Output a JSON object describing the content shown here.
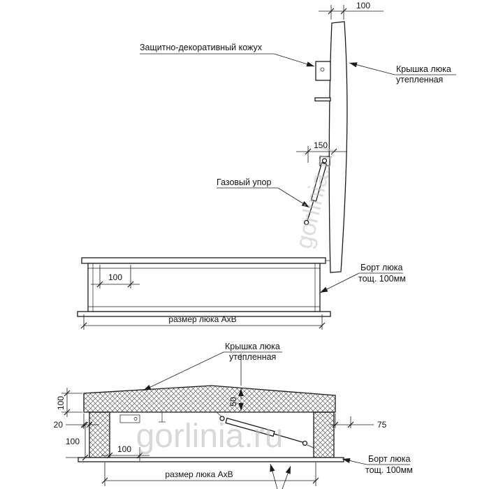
{
  "watermark": {
    "text": "gorlinia.ru"
  },
  "top_view": {
    "labels": {
      "casing": "Защитно-декоративный кожух",
      "cover_line1": "Крышка люка",
      "cover_line2": "утепленная",
      "gas_strut": "Газовый упор",
      "board_line1": "Борт люка",
      "board_line2": "тощ. 100мм",
      "hatch_size": "размер люка АхВ"
    },
    "dims": {
      "lid_thickness": "100",
      "strut_offset": "150",
      "board_width": "100"
    }
  },
  "section_view": {
    "labels": {
      "cover_line1": "Крышка люка",
      "cover_line2": "утепленная",
      "board_line1": "Борт люка",
      "board_line2": "тощ. 100мм",
      "hatch_size": "размер люка АхВ"
    },
    "dims": {
      "lid_thickness": "100",
      "overhang": "20",
      "board_height": "100",
      "board_inner": "100",
      "right_offset": "75",
      "center_rise": "50"
    }
  }
}
